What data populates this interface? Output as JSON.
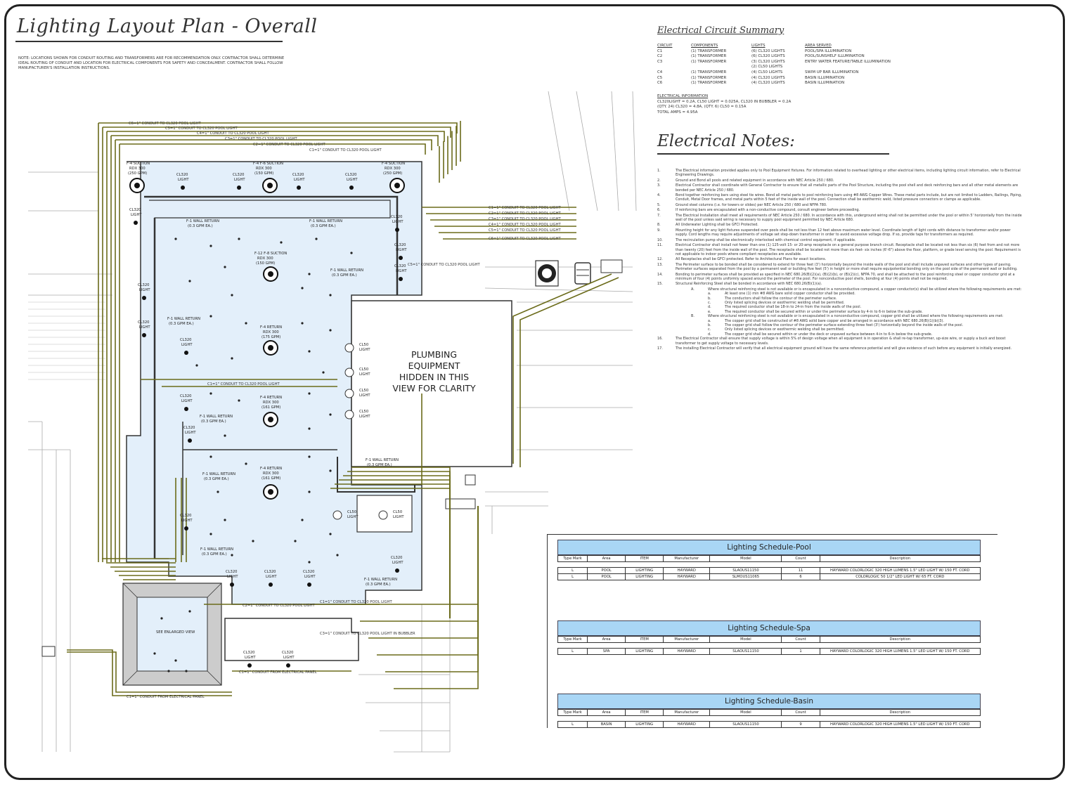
{
  "title": "Lighting Layout Plan - Overall",
  "note": "NOTE: LOCATIONS SHOWN FOR CONDUIT ROUTING AND TRANSFORMERS ARE FOR RECOMMENDATION ONLY. CONTRACTOR SHALL DETERMINE IDEAL ROUTING OF CONDUIT AND LOCATION FOR ELECTRICAL COMPONENTS FOR SAFETY AND CONCEALMENT. CONTRACTOR SHALL FOLLOW MANUFACTURER'S INSTALLATION INSTRUCTIONS.",
  "plumbing_label": "PLUMBING EQUIPMENT HIDDEN IN THIS VIEW FOR CLARITY",
  "plan": {
    "equipment": [
      {
        "code": "F-4 SUCTION",
        "model": "RDX 300",
        "flow": "(250 GPM)"
      },
      {
        "code": "F-4 F-6 SUCTION",
        "model": "RDX 300",
        "flow": "(150 GPM)"
      },
      {
        "code": "F-4 SUCTION",
        "model": "RDX 300",
        "flow": "(250 GPM)"
      },
      {
        "code": "F-12 F-8 SUCTION",
        "model": "RDX 300",
        "flow": "(150 GPM)"
      },
      {
        "code": "F-4 RETURN",
        "model": "RDX 300",
        "flow": "(175 GPM)"
      },
      {
        "code": "F-4 RETURN",
        "model": "RDX 300",
        "flow": "(161 GPM)"
      },
      {
        "code": "F-4 RETURN",
        "model": "RDX 300",
        "flow": "(161 GPM)"
      }
    ],
    "wall_returns": [
      {
        "code": "F-1 WALL RETURN",
        "flow": "(0.3 GPM EA.)"
      },
      {
        "code": "F-1 WALL RETURN",
        "flow": "(0.3 GPM EA.)"
      },
      {
        "code": "F-1 WALL RETURN",
        "flow": "(0.3 GPM EA.)"
      },
      {
        "code": "F-1 WALL RETURN",
        "flow": "(0.3 GPM EA.)"
      },
      {
        "code": "F-1 WALL RETURN",
        "flow": "(0.3 GPM EA.)"
      },
      {
        "code": "F-1 WALL RETURN",
        "flow": "(0.3 GPM EA.)"
      },
      {
        "code": "F-1 WALL RETURN",
        "flow": "(0.3 GPM EA.)"
      },
      {
        "code": "F-1 WALL RETURN",
        "flow": "(0.3 GPM EA.)"
      },
      {
        "code": "F-1 WALL RETURN",
        "flow": "(0.3 GPM EA.)"
      }
    ],
    "light_label": [
      "CL320",
      "LIGHT"
    ],
    "light_label_small": [
      "CL50",
      "LIGHT"
    ],
    "see_enlarged": "SEE ENLARGED VIEW",
    "conduits": [
      "C6=1\" CONDUIT TO CL320 POOL LIGHT",
      "C5=1\" CONDUIT TO CL320 POOL LIGHT",
      "C4=1\" CONDUIT TO CL320 POOL LIGHT",
      "C3=1\" CONDUIT TO CL320 POOL LIGHT",
      "C2=1\" CONDUIT TO CL320 POOL LIGHT",
      "C1=1\" CONDUIT TO CL320 POOL LIGHT",
      "C1=1\" CONDUIT TO CL320 POOL LIGHT",
      "C2=1\" CONDUIT TO CL320 POOL LIGHT",
      "C3=1\" CONDUIT TO CL320 POOL LIGHT",
      "C4=1\" CONDUIT TO CL320 POOL LIGHT",
      "C5=1\" CONDUIT TO CL320 POOL LIGHT",
      "C6=1\" CONDUIT TO CL320 POOL LIGHT"
    ],
    "conduit_bottom_1": "C2=1\" CONDUIT TO CL320 POOL LIGHT",
    "conduit_bottom_2": "C1=1\" CONDUIT TO CL320 POOL LIGHT",
    "conduit_bottom_3": "C3=1\" CONDUIT TO CL320 POOL LIGHT IN BUBBLER",
    "conduit_panel_1": "C1=1\" CONDUIT FROM ELECTRICAL PANEL",
    "conduit_panel_2": "C1=1\" CONDUIT FROM ELECTRICAL PANEL",
    "conduit_mid": "C1=1\" CONDUIT TO CL320 POOL LIGHT",
    "conduit_right": "C5=1\" CONDUIT TO CL320 POOL LIGHT"
  },
  "summary": {
    "title": "Electrical Circuit Summary",
    "headers": [
      "CIRCUIT",
      "COMPONENTS",
      "LIGHTS",
      "AREA SERVED"
    ],
    "rows": [
      [
        "C1",
        "(1) TRANSFORMER",
        "(6) CL320 LIGHTS",
        "POOL/SPA ILLUMINATION"
      ],
      [
        "C2",
        "(1) TRANSFORMER",
        "(6) CL320 LIGHTS",
        "POOL/SUNSHELF ILLUMINATION"
      ],
      [
        "C3",
        "(1) TRANSFORMER",
        "(3) CL320 LIGHTS",
        "ENTRY WATER FEATURE/TABLE ILLUMINATION"
      ],
      [
        "",
        "",
        "(2) CL50 LIGHTS",
        ""
      ],
      [
        "C4",
        "(1) TRANSFORMER",
        "(4) CL50 LIGHTS",
        "SWIM UP BAR ILLUMINATION"
      ],
      [
        "C5",
        "(1) TRANSFORMER",
        "(4) CL320 LIGHTS",
        "BASIN ILLUMINATION"
      ],
      [
        "C6",
        "(1) TRANSFORMER",
        "(4) CL320 LIGHTS",
        "BASIN ILLUMINATION"
      ]
    ],
    "info_heading": "ELECTRICAL INFORMATION",
    "info_lines": [
      "CL320LIGHT = 0.2A, CL50 LIGHT = 0.025A, CL320 IN BUBBLER = 0.2A",
      "(QTY. 24) CL320 = 4.8A, (QTY. 6) CL50 = 0.15A",
      "TOTAL AMPS = 4.95A"
    ]
  },
  "electrical_notes": {
    "title": "Electrical Notes:",
    "items": [
      {
        "num": "1.",
        "text": "The Electrical information provided applies only to Pool Equipment fixtures. For information related to overhead lighting or other electrical items, including lighting circuit information, refer to Electrical Engineering Drawings."
      },
      {
        "num": "2.",
        "text": "Ground and Bond all pools and related equipment in accordance with NEC Article 250 / 680."
      },
      {
        "num": "3.",
        "text": "Electrical Contractor shall coordinate with General Contractor to ensure that all metallic parts of the Pool Structure, including the pool shell and deck reinforcing bars and all other metal elements are bonded per NEC Article 250 / 680."
      },
      {
        "num": "4.",
        "text": "Bond together reinforcing bars using steel tie wires. Bond all metal parts to pool reinforcing bars using #8 AWG Copper Wires. These metal parts include, but are not limited to Ladders, Railings, Piping, Conduit, Metal Door frames, and metal parts within 5 feet of the inside wall of the pool. Connection shall be exothermic weld, listed pressure connectors or clamps as applicable."
      },
      {
        "num": "5.",
        "text": "Ground steel columns (i.e. for towers or slides) per NEC Article 250 / 680 and NFPA 780."
      },
      {
        "num": "6.",
        "text": "If reinforcing bars are encapsulated with a non-conductive compound, consult engineer before proceeding."
      },
      {
        "num": "7.",
        "text": "The Electrical Installation shall meet all requirements of NEC Article 250 / 680. In accordance with this, underground wiring shall not be permitted under the pool or within 5' horizontally from the inside wall of the pool unless said wiring is necessary to supply pool equipment permitted by NEC Article 680."
      },
      {
        "num": "8.",
        "text": "All Underwater Lighting shall be GFCI Protected."
      },
      {
        "num": "9.",
        "text": "Mounting height for any light fixtures suspended over pools shall be not less than 12 feet above maximum water level. Coordinate length of light cords with distance to transformer and/or power supply. Cord lengths may require adjustments of voltage set step-down transformer in order to avoid excessive voltage drop. If so, provide taps for transformers as required."
      },
      {
        "num": "10.",
        "text": "The recirculation pump shall be electronically interlocked with chemical control equipment, if applicable."
      },
      {
        "num": "11.",
        "text": "Electrical Contractor shall install not fewer than one (1) 125-volt 15- or 20-amp receptacle on a general purpose branch circuit. Receptacle shall be located not less than six (6) feet from and not more than twenty (20) feet from the inside wall of the pool. The receptacle shall be located not more than six feet- six inches (6'-6\") above the floor, platform, or grade level serving the pool. Requirement is not applicable to indoor pools where compliant receptacles are available."
      },
      {
        "num": "12.",
        "text": "All Receptacles shall be GFCI protected. Refer to Architectural Plans for exact locations."
      },
      {
        "num": "13.",
        "text": "The Perimeter surface to be bonded shall be considered to extend for three feet (3') horizontally beyond the inside walls of the pool and shall include unpaved surfaces and other types of paving. Perimeter surfaces separated from the pool by a permanent wall or building five feet (5') in height or more shall require equipotential bonding only on the pool side of the permanent wall or building."
      },
      {
        "num": "14.",
        "text": "Bonding to perimeter surfaces shall be provided as specified in NEC 680.26(B)(2)(a), (B)(2)(b), or (B)(2)(c), NFPA 70, and shall be attached to the pool reinforcing steel or copper conductor grid at a minimum of four (4) points uniformly spaced around the perimeter of the pool. For nonconductive pool shells, bonding at four (4) points shall not be required."
      },
      {
        "num": "15.",
        "text": "Structural Reinforcing Steel shall be bonded in accordance with NEC 680.26(B)(1)(a)."
      },
      {
        "num": "16.",
        "text": "The Electrical Contractor shall ensure that supply voltage is within 5% of design voltage when all equipment is in operation & shall re-tap transformer, up-size wire, or supply a buck and boost transformer to get supply voltage to necessary levels."
      },
      {
        "num": "17.",
        "text": "The installing Electrical Contractor will verify that all electrical equipment ground will have the same reference potential and will give evidence of such before any equipment is initially energized."
      }
    ],
    "sub_a": {
      "num": "A.",
      "text": "Where structural reinforcing steel is not available or is encapsulated in a nonconductive compound, a copper conductor(s) shall be utilized where the following requirements are met:"
    },
    "sub_a_items": [
      {
        "num": "a.",
        "text": "At least one (1) min #8 AWG bare solid copper conductor shall be provided."
      },
      {
        "num": "b.",
        "text": "The conductors shall follow the contour of the perimeter surface."
      },
      {
        "num": "c.",
        "text": "Only listed splicing devices or exothermic welding shall be permitted."
      },
      {
        "num": "d.",
        "text": "The required conductor shall be 18-in to 24-in from the inside walls of the pool."
      },
      {
        "num": "e.",
        "text": "The required conductor shall be secured within or under the perimeter surface by 4-in to 6-in below the sub-grade."
      }
    ],
    "sub_b": {
      "num": "B.",
      "text": "Where structural reinforcing steel is not available or is encapsulated in a nonconductive compound, copper grid shall be utilized where the following requirements are met:"
    },
    "sub_b_items": [
      {
        "num": "a.",
        "text": "The copper grid shall be constructed of #8 AWG solid bare copper and be arranged in accordance with NEC 680.26(B)(1)(b)(3)."
      },
      {
        "num": "b.",
        "text": "The copper grid shall follow the contour of the perimeter surface extending three feet (3') horizontally beyond the inside walls of the pool."
      },
      {
        "num": "c.",
        "text": "Only listed splicing devices or exothermic welding shall be permitted."
      },
      {
        "num": "d.",
        "text": "The copper grid shall be secured within or under the deck or unpaved surface between 4-in to 6-in below the sub-grade."
      }
    ]
  },
  "schedules": [
    {
      "title": "Lighting Schedule-Pool",
      "columns": [
        "Type Mark",
        "Area",
        "ITEM",
        "Manufacturer",
        "Model",
        "Count",
        "Description"
      ],
      "rows": [
        [
          "L",
          "POOL",
          "LIGHTING",
          "HAYWARD",
          "SLAOUS11150",
          "11",
          "HAYWARD COLORLOGIC 320 HIGH LUMENS 1.5\" LED LIGHT W/ 150 FT. CORD"
        ],
        [
          "L",
          "POOL",
          "LIGHTING",
          "HAYWARD",
          "SLMOUS11065",
          "6",
          "COLORLOGIC 50 1/2\" LED LIGHT W/ 65 FT. CORD"
        ]
      ]
    },
    {
      "title": "Lighting Schedule-Spa",
      "columns": [
        "Type Mark",
        "Area",
        "ITEM",
        "Manufacturer",
        "Model",
        "Count",
        "Description"
      ],
      "rows": [
        [
          "L",
          "SPA",
          "LIGHTING",
          "HAYWARD",
          "SLAOUS11150",
          "1",
          "HAYWARD COLORLOGIC 320 HIGH LUMENS 1.5\" LED LIGHT W/ 150 FT. CORD"
        ]
      ]
    },
    {
      "title": "Lighting Schedule-Basin",
      "columns": [
        "Type Mark",
        "Area",
        "ITEM",
        "Manufacturer",
        "Model",
        "Count",
        "Description"
      ],
      "rows": [
        [
          "L",
          "BASIN",
          "LIGHTING",
          "HAYWARD",
          "SLAOUS11150",
          "9",
          "HAYWARD COLORLOGIC 320 HIGH LUMENS 1.5\" LED LIGHT W/ 150 FT. CORD"
        ]
      ]
    }
  ],
  "colors": {
    "water": "#e3effa",
    "conduit": "#6b6b1a",
    "header": "#a9d6f5"
  }
}
